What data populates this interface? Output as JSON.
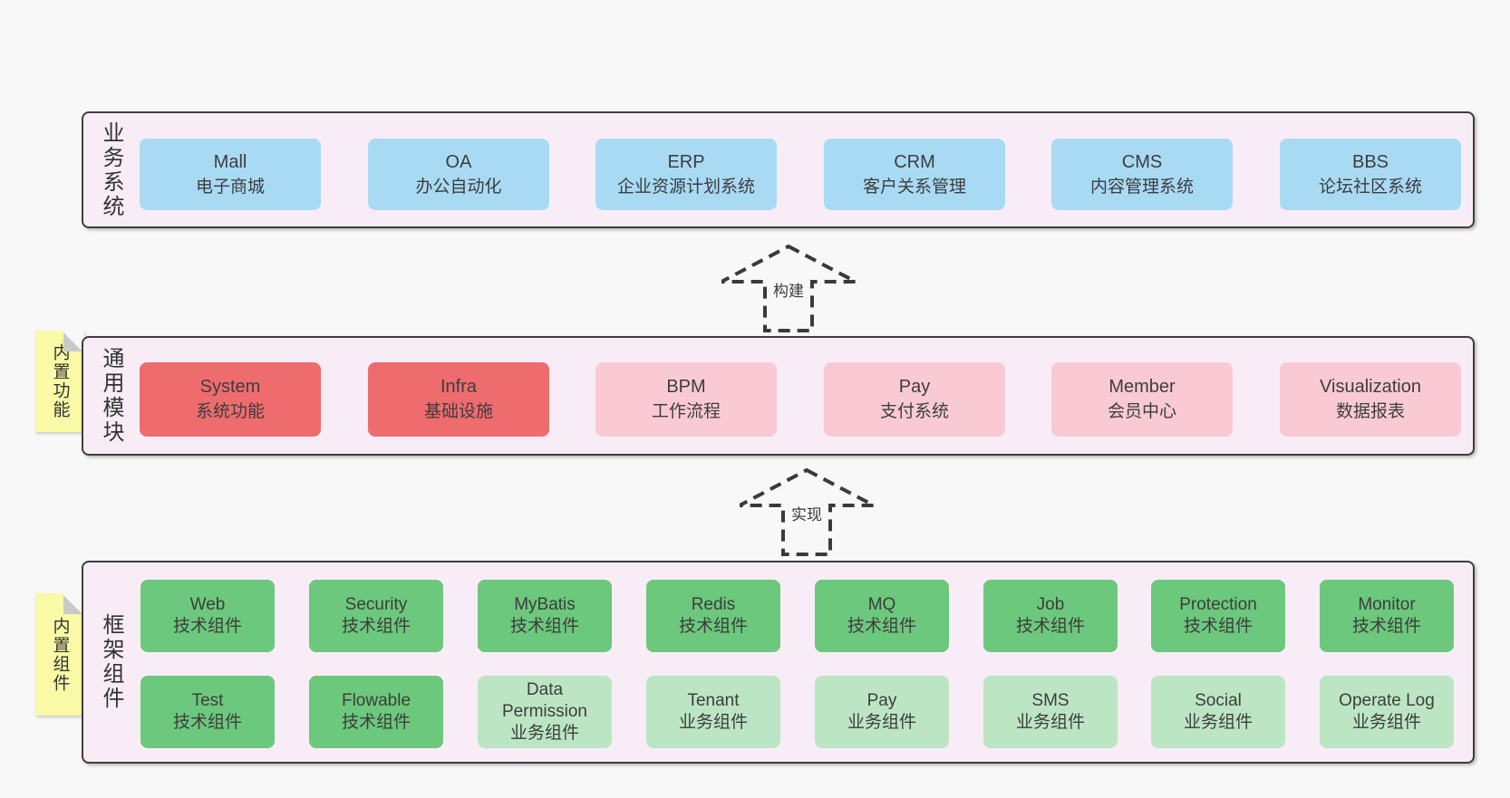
{
  "diagram": {
    "colors": {
      "page_bg": "#f8f8f8",
      "container_bg": "#f8edf6",
      "border": "#3e3e3e",
      "text": "#3d3d3d",
      "sticky_bg": "#f9f9a6",
      "sticky_fold": "#c9c9c9",
      "arrow": "#3a3a3a",
      "blue": "#a9daf4",
      "red": "#ef6c6e",
      "pink": "#facad4",
      "green": "#6cc87c",
      "light_green": "#bce6c3"
    },
    "arrows": [
      {
        "label": "构建"
      },
      {
        "label": "实现"
      }
    ],
    "sections": [
      {
        "id": "business",
        "label": "业务系统",
        "boxes": [
          {
            "title": "Mall",
            "subtitle": "电子商城",
            "color": "blue"
          },
          {
            "title": "OA",
            "subtitle": "办公自动化",
            "color": "blue"
          },
          {
            "title": "ERP",
            "subtitle": "企业资源计划系统",
            "color": "blue"
          },
          {
            "title": "CRM",
            "subtitle": "客户关系管理",
            "color": "blue"
          },
          {
            "title": "CMS",
            "subtitle": "内容管理系统",
            "color": "blue"
          },
          {
            "title": "BBS",
            "subtitle": "论坛社区系统",
            "color": "blue"
          }
        ]
      },
      {
        "id": "modules",
        "label": "通用模块",
        "sticky": "内置功能",
        "boxes": [
          {
            "title": "System",
            "subtitle": "系统功能",
            "color": "red"
          },
          {
            "title": "Infra",
            "subtitle": "基础设施",
            "color": "red"
          },
          {
            "title": "BPM",
            "subtitle": "工作流程",
            "color": "pink"
          },
          {
            "title": "Pay",
            "subtitle": "支付系统",
            "color": "pink"
          },
          {
            "title": "Member",
            "subtitle": "会员中心",
            "color": "pink"
          },
          {
            "title": "Visualization",
            "subtitle": "数据报表",
            "color": "pink"
          }
        ]
      },
      {
        "id": "components",
        "label": "框架组件",
        "sticky": "内置组件",
        "rows": [
          [
            {
              "title": "Web",
              "subtitle": "技术组件",
              "color": "green"
            },
            {
              "title": "Security",
              "subtitle": "技术组件",
              "color": "green"
            },
            {
              "title": "MyBatis",
              "subtitle": "技术组件",
              "color": "green"
            },
            {
              "title": "Redis",
              "subtitle": "技术组件",
              "color": "green"
            },
            {
              "title": "MQ",
              "subtitle": "技术组件",
              "color": "green"
            },
            {
              "title": "Job",
              "subtitle": "技术组件",
              "color": "green"
            },
            {
              "title": "Protection",
              "subtitle": "技术组件",
              "color": "green"
            },
            {
              "title": "Monitor",
              "subtitle": "技术组件",
              "color": "green"
            }
          ],
          [
            {
              "title": "Test",
              "subtitle": "技术组件",
              "color": "green"
            },
            {
              "title": "Flowable",
              "subtitle": "技术组件",
              "color": "green"
            },
            {
              "title": "Data Permission",
              "subtitle": "业务组件",
              "color": "light_green"
            },
            {
              "title": "Tenant",
              "subtitle": "业务组件",
              "color": "light_green"
            },
            {
              "title": "Pay",
              "subtitle": "业务组件",
              "color": "light_green"
            },
            {
              "title": "SMS",
              "subtitle": "业务组件",
              "color": "light_green"
            },
            {
              "title": "Social",
              "subtitle": "业务组件",
              "color": "light_green"
            },
            {
              "title": "Operate Log",
              "subtitle": "业务组件",
              "color": "light_green"
            }
          ]
        ]
      }
    ]
  }
}
